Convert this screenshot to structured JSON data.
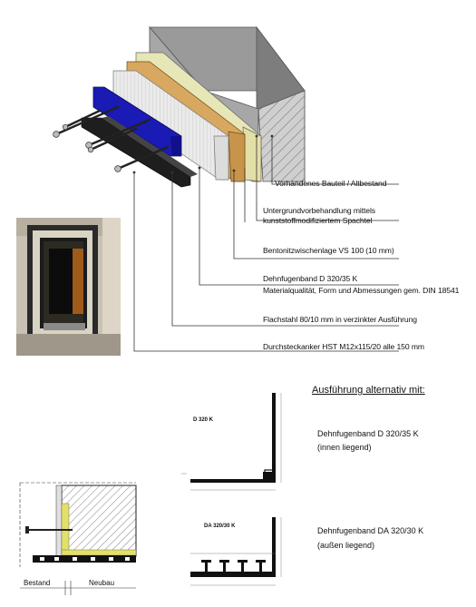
{
  "labels": {
    "bauteil": "Vorhandenes Bauteil / Altbestand",
    "untergrund_1": "Untergrundvorbehandlung mittels",
    "untergrund_2": "kunststoffmodifiziertem Spachtel",
    "bentonit": "Bentonitzwischenlage VS 100 (10 mm)",
    "dehnfugenband_1": "Dehnfugenband D 320/35 K",
    "dehnfugenband_2": "Materialqualität, Form und Abmessungen gem. DIN 18541",
    "flachstahl": "Flachstahl 80/10 mm in verzinkter Ausführung",
    "anker": "Durchsteckanker HST M12x115/20 alle 150 mm"
  },
  "alternative": {
    "heading": "Ausführung alternativ mit:",
    "option1_title": "Dehnfugenband D 320/35 K",
    "option1_sub": "(innen liegend)",
    "option2_title": "Dehnfugenband DA 320/30 K",
    "option2_sub": "(außen liegend)"
  },
  "profiles": {
    "p1_code": "D 320 K",
    "p2_code": "DA 320/30 K"
  },
  "section": {
    "left": "Bestand",
    "right": "Neubau"
  },
  "colors": {
    "concrete": "#8f8f8f",
    "concrete_face": "#b5b5b5",
    "spachtel": "#e6e6b8",
    "bentonit": "#d9a85a",
    "band": "#e8e8e8",
    "flachstahl": "#1c1cb8",
    "steel": "#222222",
    "leader": "#333333"
  }
}
